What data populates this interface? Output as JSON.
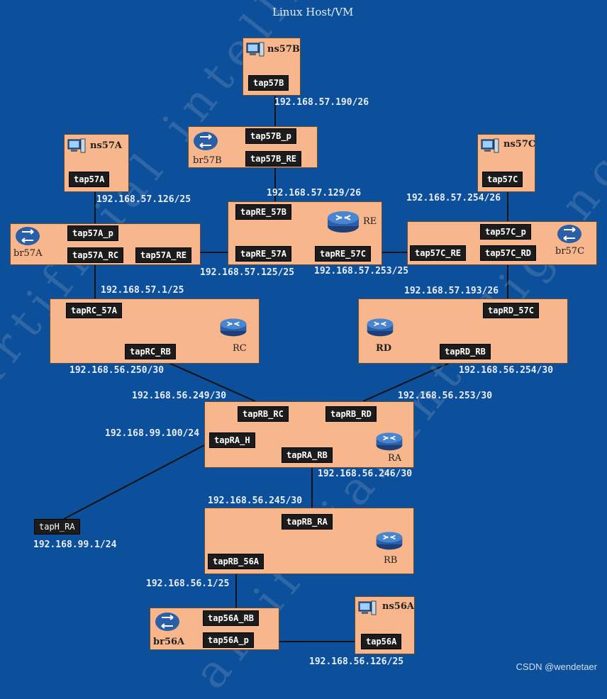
{
  "title": "Linux Host/VM",
  "watermark": "artificial intelligence",
  "footer": "CSDN @wendetaer",
  "nodes": {
    "ns57B": {
      "label": "ns57B",
      "taps": [
        "tap57B"
      ]
    },
    "br57B": {
      "label": "br57B",
      "taps": [
        "tap57B_p",
        "tap57B_RE"
      ]
    },
    "ns57A": {
      "label": "ns57A",
      "taps": [
        "tap57A"
      ]
    },
    "ns57C": {
      "label": "ns57C",
      "taps": [
        "tap57C"
      ]
    },
    "br57A": {
      "label": "br57A",
      "taps": [
        "tap57A_p",
        "tap57A_RC",
        "tap57A_RE"
      ]
    },
    "RE": {
      "label": "RE",
      "taps": [
        "tapRE_57B",
        "tapRE_57A",
        "tapRE_57C"
      ]
    },
    "br57C": {
      "label": "br57C",
      "taps": [
        "tap57C_p",
        "tap57C_RE",
        "tap57C_RD"
      ]
    },
    "RC": {
      "label": "RC",
      "taps": [
        "tapRC_57A",
        "tapRC_RB"
      ]
    },
    "RD": {
      "label": "RD",
      "taps": [
        "tapRD_57C",
        "tapRD_RB"
      ]
    },
    "RA": {
      "label": "RA",
      "taps": [
        "tapRB_RC",
        "tapRB_RD",
        "tapRA_H",
        "tapRA_RB"
      ]
    },
    "RB": {
      "label": "RB",
      "taps": [
        "tapRB_RA",
        "tapRB_56A"
      ]
    },
    "H": {
      "taps": [
        "tapH_RA"
      ]
    },
    "br56A": {
      "label": "br56A",
      "taps": [
        "tap56A_RB",
        "tap56A_p"
      ]
    },
    "ns56A": {
      "label": "ns56A",
      "taps": [
        "tap56A"
      ]
    }
  },
  "ips": {
    "ip_57_190": "192.168.57.190/26",
    "ip_57_129": "192.168.57.129/26",
    "ip_57_126": "192.168.57.126/25",
    "ip_57_254": "192.168.57.254/26",
    "ip_57_125": "192.168.57.125/25",
    "ip_57_253": "192.168.57.253/25",
    "ip_57_1": "192.168.57.1/25",
    "ip_57_193": "192.168.57.193/26",
    "ip_56_250": "192.168.56.250/30",
    "ip_56_254": "192.168.56.254/30",
    "ip_56_249": "192.168.56.249/30",
    "ip_56_253": "192.168.56.253/30",
    "ip_99_100": "192.168.99.100/24",
    "ip_56_246": "192.168.56.246/30",
    "ip_56_245": "192.168.56.245/30",
    "ip_99_1": "192.168.99.1/24",
    "ip_56_1": "192.168.56.1/25",
    "ip_56_126": "192.168.56.126/25"
  }
}
